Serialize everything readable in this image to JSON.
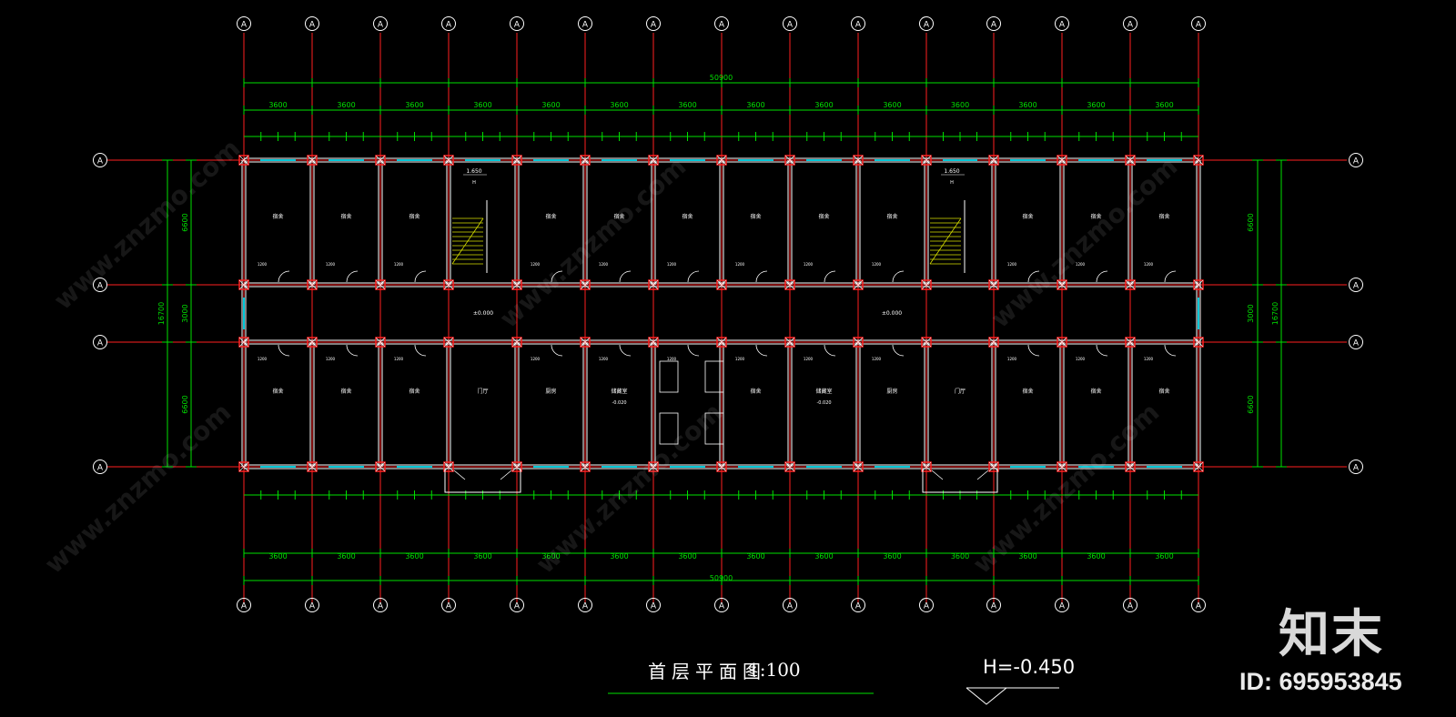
{
  "drawing": {
    "grid_bubble_label": "A",
    "total_length_label": "50900",
    "bay_label": "3600",
    "room_label_dorm": "宿舍",
    "room_label_lobby": "门厅",
    "room_label_storage": "储藏室",
    "room_label_kitchen": "厨房",
    "stair_level_label": "1.650",
    "floor_level_label": "±0.000",
    "washroom_level_label": "-0.020",
    "depth_labels": [
      "6600",
      "3000",
      "6600"
    ],
    "total_depth_label": "16700",
    "level_mark_h": "H",
    "colors": {
      "background": "#000000",
      "grid_line": "#ff2020",
      "wall": "#ffffff",
      "dimension": "#00e000",
      "window": "#00c8d8",
      "stair": "#d8e000"
    }
  },
  "title": {
    "name": "首层平面图",
    "scale": "1:100"
  },
  "level_mark": "H=-0.450",
  "brand": {
    "logo_text": "知末",
    "id_text": "ID: 695953845",
    "watermark": "www.znzmo.com"
  }
}
